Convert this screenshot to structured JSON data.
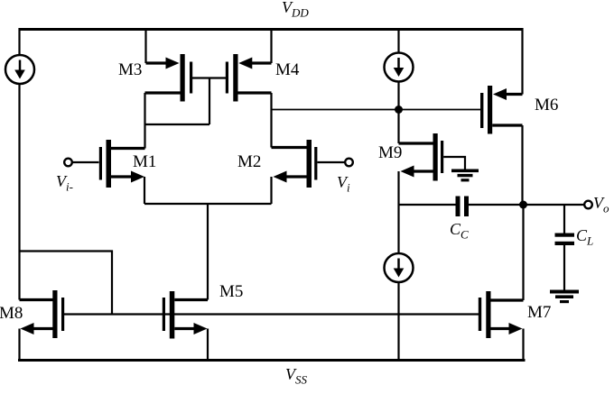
{
  "figure_labels": {
    "supply_top": {
      "main": "V",
      "sub": "DD"
    },
    "supply_bottom": {
      "main": "V",
      "sub": "SS"
    },
    "input_inverting": {
      "main": "V",
      "sub": "i-"
    },
    "input_noninverting": {
      "main": "V",
      "sub": "i"
    },
    "output": {
      "main": "V",
      "sub": "o"
    },
    "compensation_capacitor": {
      "main": "C",
      "sub": "C"
    },
    "load_capacitor": {
      "main": "C",
      "sub": "L"
    }
  },
  "transistors": {
    "m1": "M1",
    "m2": "M2",
    "m3": "M3",
    "m4": "M4",
    "m5": "M5",
    "m6": "M6",
    "m7": "M7",
    "m8": "M8",
    "m9": "M9"
  }
}
